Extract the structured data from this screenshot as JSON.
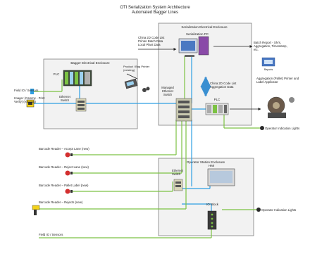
{
  "title": {
    "line1": "OTI Serialization System Architecture",
    "line2": "Automated Bagger Lines"
  },
  "enclosures": {
    "bagger": "Bagger Electrical Enclosure",
    "serialization": "Serialization Electrical Enclosure",
    "operator": "Operator Station Enclosure"
  },
  "devices": {
    "plc_left": "PLC",
    "ethernet_switch_left": [
      "Ethernet",
      "Switch"
    ],
    "serialization_pc": "Serialization PC",
    "managed_switch": [
      "Managed",
      "Ethernet",
      "Switch"
    ],
    "plc_right": "PLC",
    "ethernet_switch_op": [
      "Ethernet",
      "Switch"
    ],
    "hmi": "HMI",
    "io_block": "IO Block"
  },
  "labels": {
    "field_io_top": "Field IO / Sensors",
    "imager": [
      "Imager (Cammy - Print",
      "Verify) (existing)"
    ],
    "product_bag_printer": [
      "Product / Bag Printer",
      "(existing)"
    ],
    "china_code_list_top": [
      "China 2D Code List",
      "Printer Batch Data",
      "Local Plant Data"
    ],
    "china_code_list_mid": [
      "China 2D Code List",
      "Aggregation Data"
    ],
    "batch_report": [
      "Batch Report - SN's,",
      "Aggregation, Timestamp,",
      "etc."
    ],
    "aggregation_printer": [
      "Aggregation (Pallet) Printer and",
      "Label Applicator"
    ],
    "operator_lights_top": "Operator Indication Lights",
    "operator_lights_bottom": "Operator Indication Lights",
    "reports": "Reports",
    "barcode_accept": "Barcode Reader – Accept Lane (new)",
    "barcode_reject": "Barcode Reader – Reject Lane (new)",
    "barcode_pallet": "Barcode Reader – Pallet Label (new)",
    "barcode_rejects": "Barcode Reader – Rejects (new)",
    "field_io_bottom": "Field IO / Sensors"
  },
  "colors": {
    "ethernet": "#2e9fe3",
    "io": "#7cc243",
    "arrow_blue": "#3a8fd1",
    "enclosure_fill": "#f2f2f2",
    "enclosure_stroke": "#808080"
  }
}
